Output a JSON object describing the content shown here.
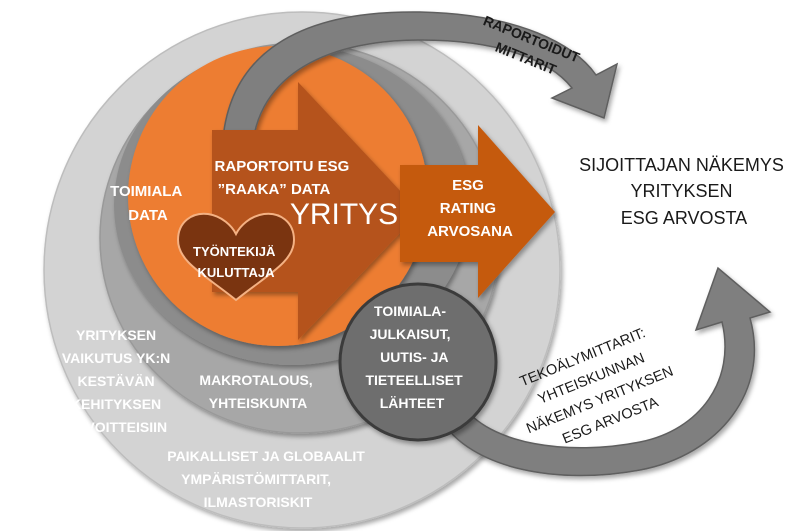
{
  "colors": {
    "outer_ring": "#d3d3d3",
    "middle_ring": "#a7a7a7",
    "inner_ring": "#8c8c8c",
    "core": "#ed7d31",
    "yritys_arrow": "#b5531c",
    "rating_arrow": "#c55a11",
    "heart": "#7a3410",
    "source_circle": "#6e6e6e",
    "curved_arrows": "#7f7f7f",
    "label_light": "#ffffff",
    "label_dark": "#1a1a1a"
  },
  "labels": {
    "toimiala_data": [
      "TOIMIALA",
      "DATA"
    ],
    "raportoitu": [
      "RAPORTOITU ESG",
      "”RAAKA” DATA"
    ],
    "yritys": "YRITYS",
    "tyontekija": [
      "TYÖNTEKIJÄ",
      "KULUTTAJA"
    ],
    "esg_rating": [
      "ESG",
      "RATING",
      "ARVOSANA"
    ],
    "raportoidut": [
      "RAPORTOIDUT",
      "MITTARIT"
    ],
    "sijoittajan": [
      "SIJOITTAJAN NÄKEMYS",
      "YRITYKSEN",
      "ESG ARVOSTA"
    ],
    "toimialajulkaisut": [
      "TOIMIALA-",
      "JULKAISUT,",
      "UUTIS- JA",
      "TIETEELLISET",
      "LÄHTEET"
    ],
    "yk": [
      "YRITYKSEN",
      "VAIKUTUS YK:N",
      "KESTÄVÄN",
      "KEHITYKSEN",
      "TAVOITTEISIIN"
    ],
    "makrotalous": [
      "MAKROTALOUS,",
      "YHTEISKUNTA"
    ],
    "paikalliset": [
      "PAIKALLISET JA GLOBAALIT",
      "YMPÄRISTÖMITTARIT,",
      "ILMASTORISKIT"
    ],
    "tekoaly": [
      "TEKOÄLYMITTARIT:",
      "YHTEISKUNNAN",
      "NÄKEMYS YRITYKSEN",
      "ESG ARVOSTA"
    ]
  }
}
